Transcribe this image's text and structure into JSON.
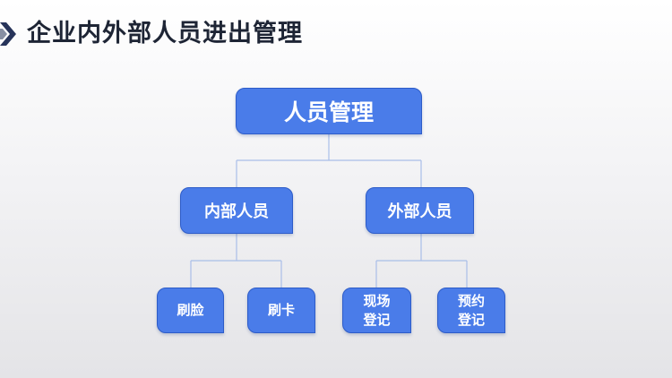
{
  "slide": {
    "title": "企业内外部人员进出管理"
  },
  "org_chart": {
    "root": {
      "label": "人员管理",
      "children": [
        {
          "label": "内部人员",
          "children": [
            {
              "label": "刷脸"
            },
            {
              "label": "刷卡"
            }
          ]
        },
        {
          "label": "外部人员",
          "children": [
            {
              "label": "现场\n登记"
            },
            {
              "label": "预约\n登记"
            }
          ]
        }
      ]
    }
  },
  "colors": {
    "node_fill": "#4a7ce9",
    "node_border": "#2d5cc8",
    "connector": "#a9bee8",
    "title_text": "#1e2535",
    "title_mark": "#27345a"
  },
  "icons": {
    "title_marker": "double-chevron-right-icon"
  }
}
